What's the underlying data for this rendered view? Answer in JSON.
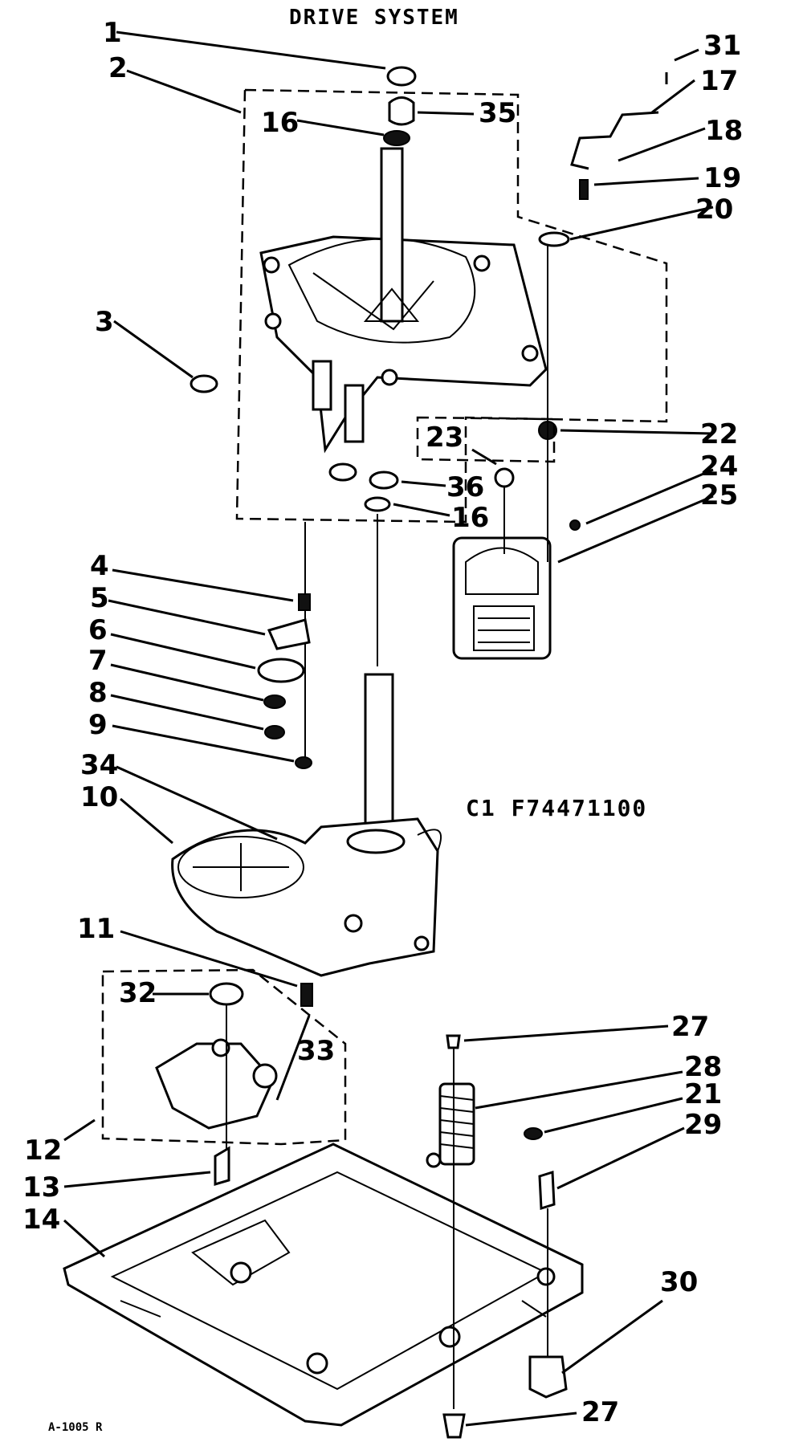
{
  "title": "DRIVE SYSTEM",
  "catalog_code": "C1   F74471100",
  "drawing_ref": "A-1005 R",
  "part_labels": {
    "p1": "1",
    "p2": "2",
    "p3": "3",
    "p4": "4",
    "p5": "5",
    "p6": "6",
    "p7": "7",
    "p8": "8",
    "p9": "9",
    "p10": "10",
    "p11": "11",
    "p12": "12",
    "p13": "13",
    "p14": "14",
    "p16a": "16",
    "p16b": "16",
    "p17": "17",
    "p18": "18",
    "p19": "19",
    "p20": "20",
    "p21": "21",
    "p22": "22",
    "p23": "23",
    "p24": "24",
    "p25": "25",
    "p27a": "27",
    "p27b": "27",
    "p28": "28",
    "p29": "29",
    "p30": "30",
    "p31": "31",
    "p32": "32",
    "p33": "33",
    "p34": "34",
    "p35": "35",
    "p36": "36"
  }
}
